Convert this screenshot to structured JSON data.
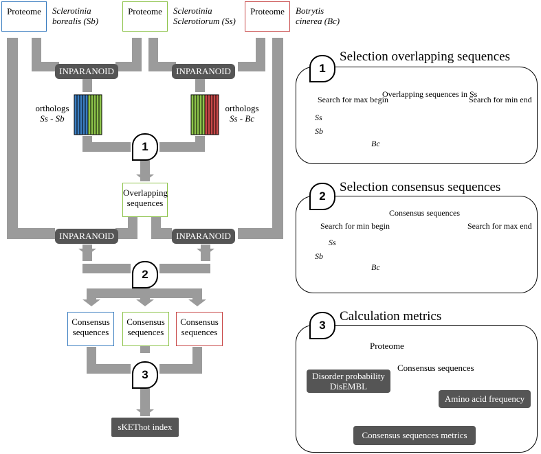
{
  "proteomes": {
    "label": "Proteome",
    "sb_name": "Sclerotinia borealis (Sb)",
    "sb_line1": "Sclerotinia",
    "sb_line2": "borealis (Sb)",
    "ss_line1": "Sclerotinia",
    "ss_line2": "Sclerotiorum (Ss)",
    "bc_line1": "Botrytis",
    "bc_line2": "cinerea (Bc)"
  },
  "inparanoid": "INPARANOID",
  "orthologs": {
    "label": "orthologs",
    "left_pair": "Ss - Sb",
    "right_pair": "Ss - Bc"
  },
  "steps": {
    "one": "1",
    "two": "2",
    "three": "3"
  },
  "overlapping": {
    "line1": "Overlapping",
    "line2": "sequences"
  },
  "consensus": {
    "line1": "Consensus",
    "line2": "sequences"
  },
  "index_label": "sKEThot index",
  "panel1": {
    "number": "1",
    "title": "Selection overlapping sequences",
    "subtitle": "Overlapping sequences in Ss",
    "search_left": "Search for max begin",
    "search_right": "Search for min end",
    "ss": "Ss",
    "sb": "Sb",
    "bc": "Bc"
  },
  "panel2": {
    "number": "2",
    "title": "Selection consensus sequences",
    "subtitle": "Consensus sequences",
    "search_left": "Search for min begin",
    "search_right": "Search for max end",
    "ss": "Ss",
    "sb": "Sb",
    "bc": "Bc"
  },
  "panel3": {
    "number": "3",
    "title": "Calculation metrics",
    "proteome": "Proteome",
    "consensus": "Consensus sequences",
    "disorder1": "Disorder probability",
    "disorder2": "DisEMBL",
    "amino": "Amino acid frequency",
    "metrics": "Consensus sequences metrics"
  },
  "colors": {
    "sb_blue": "#3a7dc0",
    "ss_green": "#8dc34a",
    "bc_red": "#c84848",
    "flow_gray": "#9b9b9b",
    "box_dark": "#555555"
  }
}
